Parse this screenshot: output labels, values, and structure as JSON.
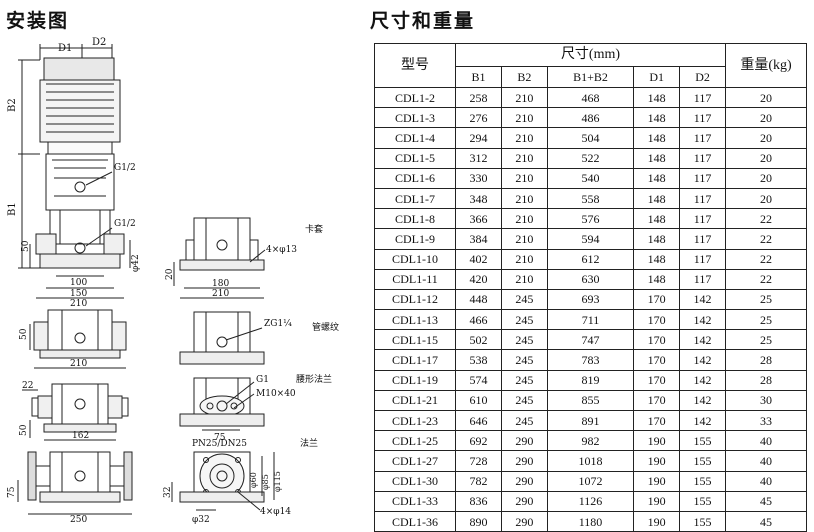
{
  "headings": {
    "install": "安装图",
    "dims": "尺寸和重量"
  },
  "drawing": {
    "top_dims": [
      "D1",
      "D2"
    ],
    "side_dims": [
      "B2",
      "B1"
    ],
    "ports": [
      "G1/2",
      "G1/2"
    ],
    "dim_50a": "50",
    "dim_100": "100",
    "dim_150": "150",
    "dim_210a": "210",
    "dim_phi42": "φ42",
    "v1": {
      "label": "卡套",
      "bolts": "4×φ13",
      "dim_20": "20",
      "dim_180": "180",
      "dim_210": "210"
    },
    "v2": {
      "dim_50": "50",
      "dim_210": "210"
    },
    "v3": {
      "label": "管螺纹",
      "thread": "ZG1¼"
    },
    "v4": {
      "label": "腰形法兰",
      "g1": "G1",
      "bolt": "M10×40",
      "dim_75": "75",
      "dim_22": "22",
      "dim_50": "50",
      "dim_162": "162"
    },
    "v5": {
      "label": "法兰",
      "pn": "PN25/DN25",
      "d60": "φ60",
      "d85": "φ85",
      "d115": "φ115",
      "dim_75": "75",
      "dim_32": "32",
      "phi32": "φ32",
      "bolts": "4×φ14",
      "dim_250": "250"
    }
  },
  "table": {
    "model_header": "型号",
    "size_header": "尺寸(mm)",
    "weight_header": "重量(kg)",
    "columns": [
      "B1",
      "B2",
      "B1+B2",
      "D1",
      "D2"
    ],
    "rows": [
      [
        "CDL1-2",
        "258",
        "210",
        "468",
        "148",
        "117",
        "20"
      ],
      [
        "CDL1-3",
        "276",
        "210",
        "486",
        "148",
        "117",
        "20"
      ],
      [
        "CDL1-4",
        "294",
        "210",
        "504",
        "148",
        "117",
        "20"
      ],
      [
        "CDL1-5",
        "312",
        "210",
        "522",
        "148",
        "117",
        "20"
      ],
      [
        "CDL1-6",
        "330",
        "210",
        "540",
        "148",
        "117",
        "20"
      ],
      [
        "CDL1-7",
        "348",
        "210",
        "558",
        "148",
        "117",
        "20"
      ],
      [
        "CDL1-8",
        "366",
        "210",
        "576",
        "148",
        "117",
        "22"
      ],
      [
        "CDL1-9",
        "384",
        "210",
        "594",
        "148",
        "117",
        "22"
      ],
      [
        "CDL1-10",
        "402",
        "210",
        "612",
        "148",
        "117",
        "22"
      ],
      [
        "CDL1-11",
        "420",
        "210",
        "630",
        "148",
        "117",
        "22"
      ],
      [
        "CDL1-12",
        "448",
        "245",
        "693",
        "170",
        "142",
        "25"
      ],
      [
        "CDL1-13",
        "466",
        "245",
        "711",
        "170",
        "142",
        "25"
      ],
      [
        "CDL1-15",
        "502",
        "245",
        "747",
        "170",
        "142",
        "25"
      ],
      [
        "CDL1-17",
        "538",
        "245",
        "783",
        "170",
        "142",
        "28"
      ],
      [
        "CDL1-19",
        "574",
        "245",
        "819",
        "170",
        "142",
        "28"
      ],
      [
        "CDL1-21",
        "610",
        "245",
        "855",
        "170",
        "142",
        "30"
      ],
      [
        "CDL1-23",
        "646",
        "245",
        "891",
        "170",
        "142",
        "33"
      ],
      [
        "CDL1-25",
        "692",
        "290",
        "982",
        "190",
        "155",
        "40"
      ],
      [
        "CDL1-27",
        "728",
        "290",
        "1018",
        "190",
        "155",
        "40"
      ],
      [
        "CDL1-30",
        "782",
        "290",
        "1072",
        "190",
        "155",
        "40"
      ],
      [
        "CDL1-33",
        "836",
        "290",
        "1126",
        "190",
        "155",
        "45"
      ],
      [
        "CDL1-36",
        "890",
        "290",
        "1180",
        "190",
        "155",
        "45"
      ]
    ]
  }
}
